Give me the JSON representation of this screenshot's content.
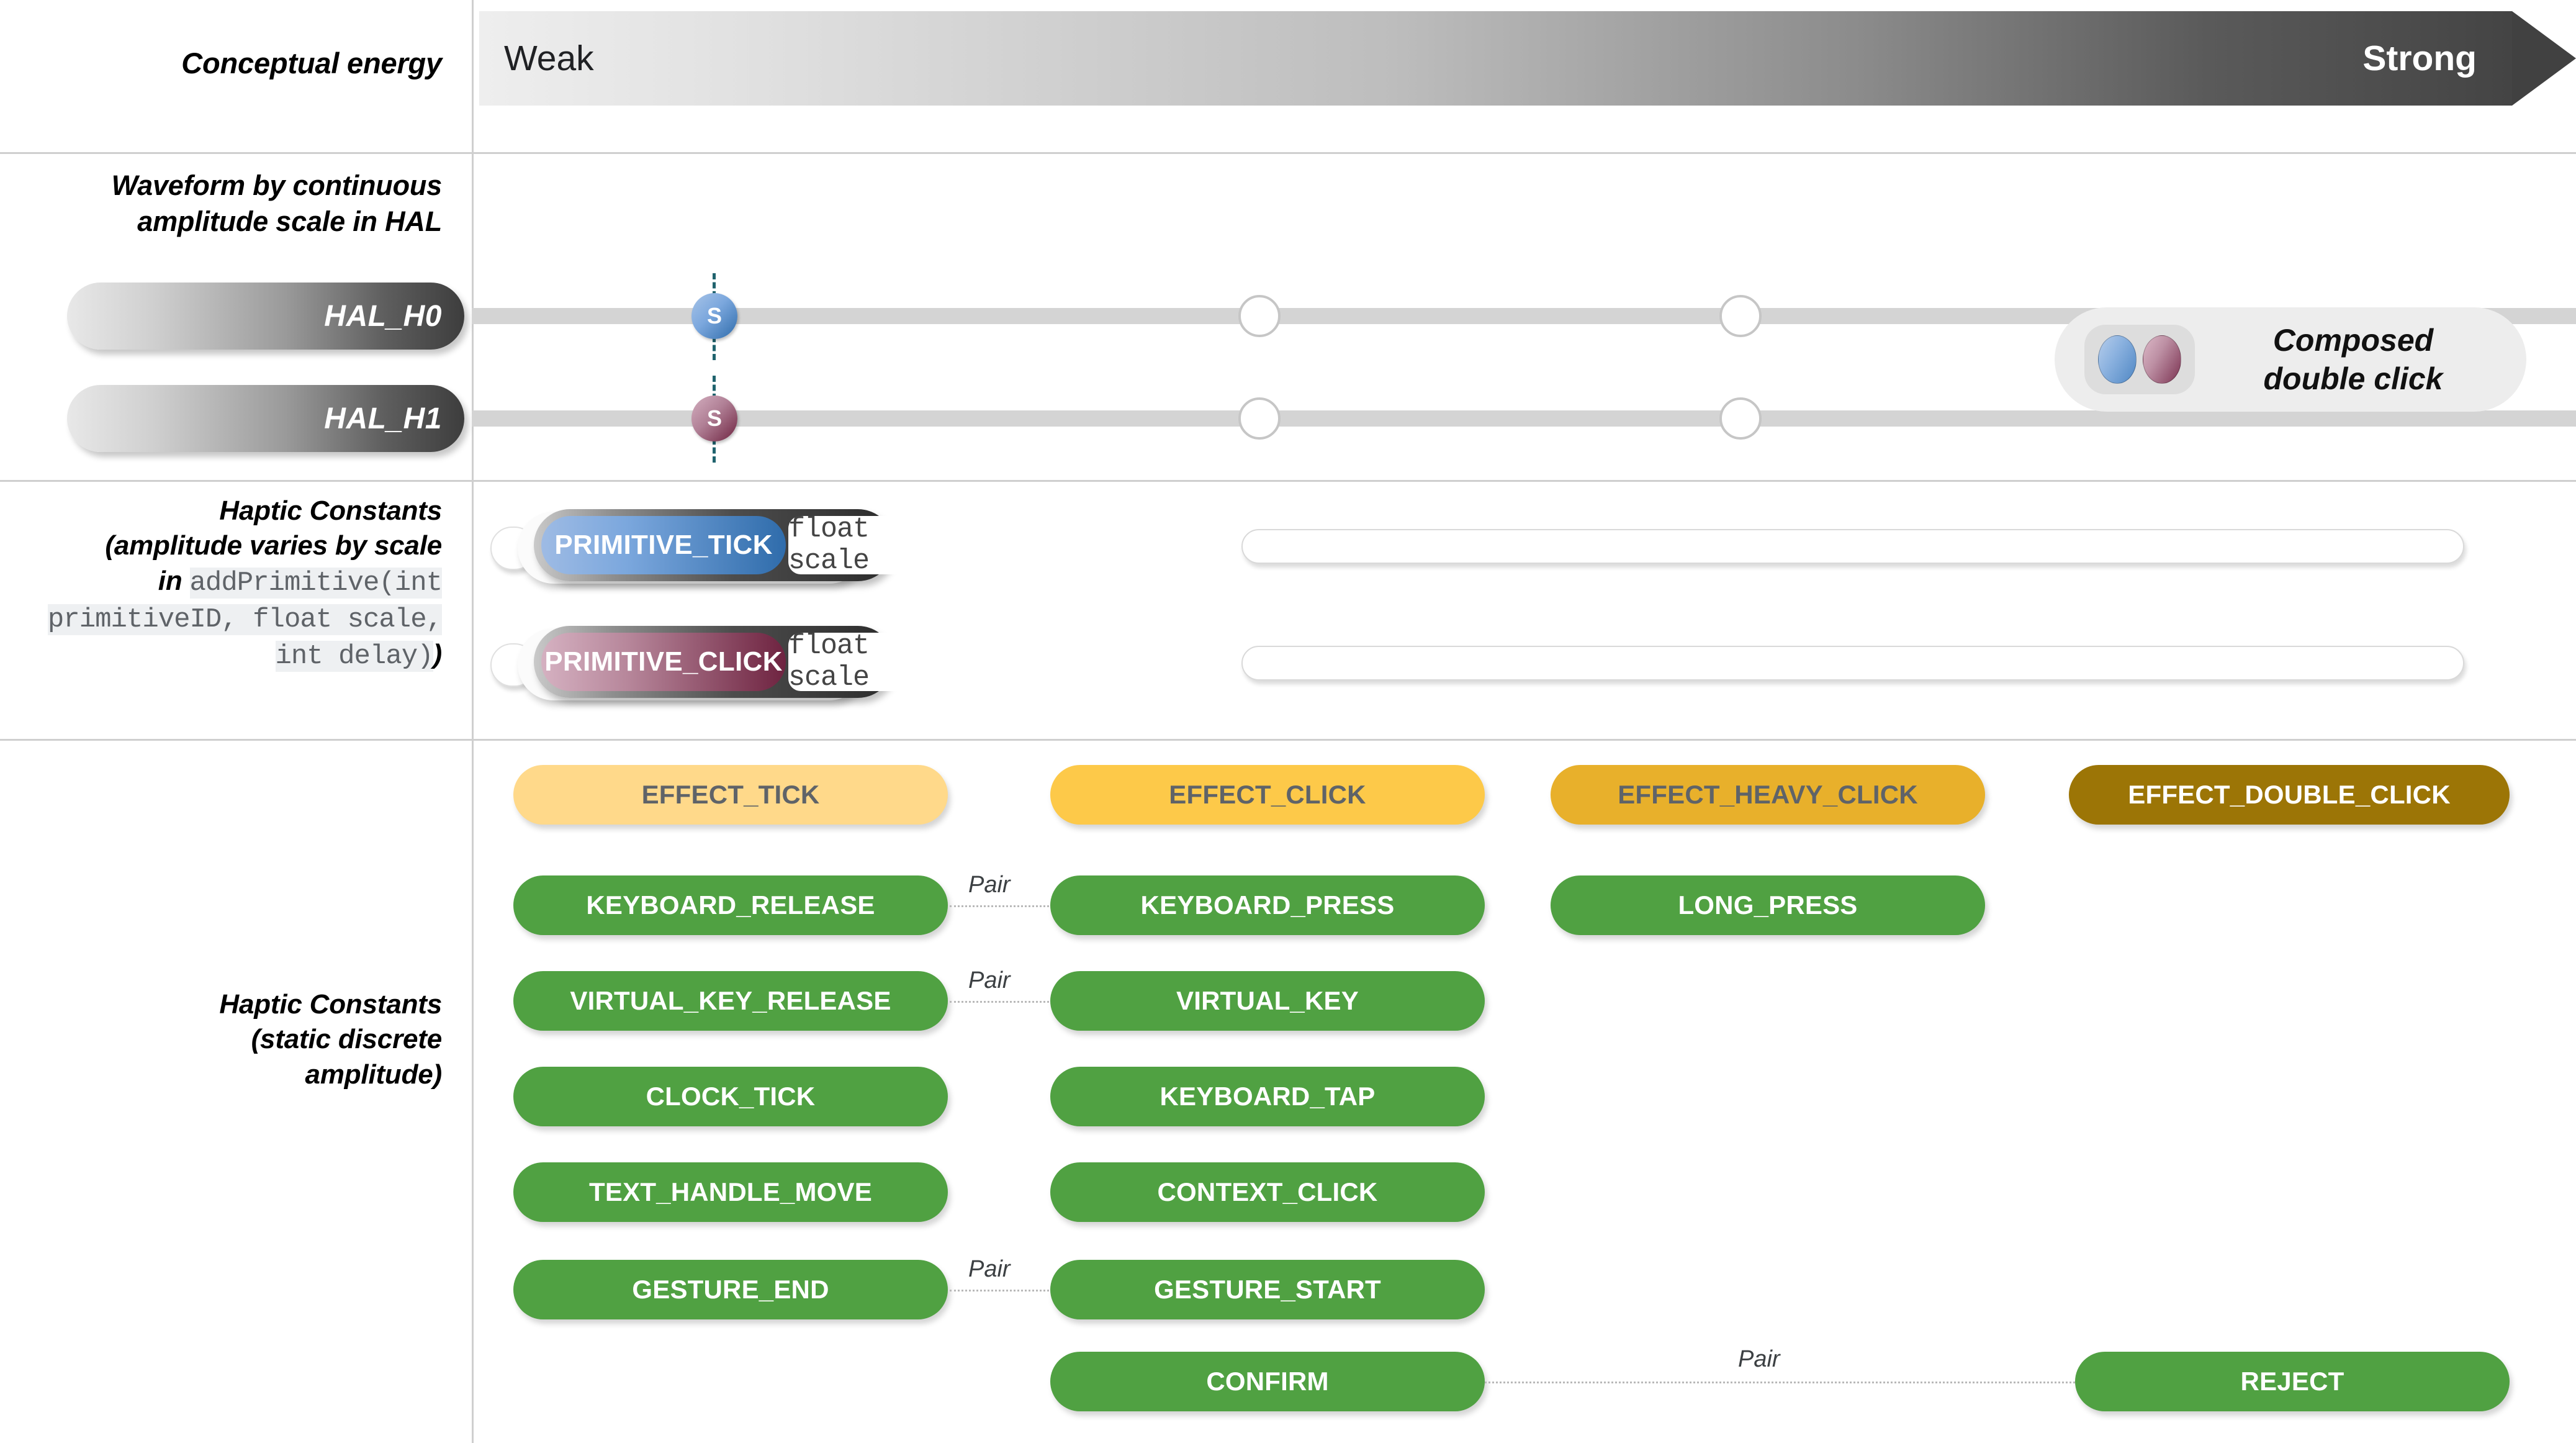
{
  "rows": {
    "energy": {
      "label": "Conceptual energy",
      "weak": "Weak",
      "strong": "Strong"
    },
    "waveform": {
      "label_line1": "Waveform by continuous",
      "label_line2": "amplitude scale in HAL",
      "hal": [
        {
          "name": "HAL_H0",
          "marker": "S",
          "marker_color": "#2f6cab"
        },
        {
          "name": "HAL_H1",
          "marker": "S",
          "marker_color": "#6e2340"
        }
      ],
      "composed": {
        "label_line1": "Composed",
        "label_line2": "double click"
      }
    },
    "primitives": {
      "label_line1": "Haptic Constants",
      "label_line2": "(amplitude varies by scale",
      "label_line3_pre": "in ",
      "label_code": "addPrimitive(int primitiveID, float scale, int delay)",
      "label_line_close": ")",
      "items": [
        {
          "name": "PRIMITIVE_TICK",
          "value": "float scale",
          "color": "#2f6cab"
        },
        {
          "name": "PRIMITIVE_CLICK",
          "value": "float scale",
          "color": "#6e2340"
        }
      ]
    },
    "constants": {
      "label_line1": "Haptic Constants",
      "label_line2": "(static discrete",
      "label_line3": "amplitude)",
      "effects": [
        {
          "name": "EFFECT_TICK",
          "tone": "amber1"
        },
        {
          "name": "EFFECT_CLICK",
          "tone": "amber2"
        },
        {
          "name": "EFFECT_HEAVY_CLICK",
          "tone": "amber3"
        },
        {
          "name": "EFFECT_DOUBLE_CLICK",
          "tone": "amber4"
        }
      ],
      "column1": [
        "KEYBOARD_RELEASE",
        "VIRTUAL_KEY_RELEASE",
        "CLOCK_TICK",
        "TEXT_HANDLE_MOVE",
        "GESTURE_END"
      ],
      "column2": [
        "KEYBOARD_PRESS",
        "VIRTUAL_KEY",
        "KEYBOARD_TAP",
        "CONTEXT_CLICK",
        "GESTURE_START",
        "CONFIRM"
      ],
      "column3": [
        "LONG_PRESS"
      ],
      "column4": [
        "REJECT"
      ],
      "pair_label": "Pair",
      "pairs": [
        {
          "left": "KEYBOARD_RELEASE",
          "right": "KEYBOARD_PRESS"
        },
        {
          "left": "VIRTUAL_KEY_RELEASE",
          "right": "VIRTUAL_KEY"
        },
        {
          "left": "GESTURE_END",
          "right": "GESTURE_START"
        },
        {
          "left": "CONFIRM",
          "right": "REJECT"
        }
      ]
    }
  },
  "colors": {
    "green": "#50a142",
    "amber_light": "#ffd98a",
    "amber_mid": "#fdc949",
    "amber_dark": "#e8b02b",
    "amber_deepest": "#9c7506",
    "blue": "#2f6cab",
    "maroon": "#6e2340",
    "divider": "#cfcfcf"
  }
}
